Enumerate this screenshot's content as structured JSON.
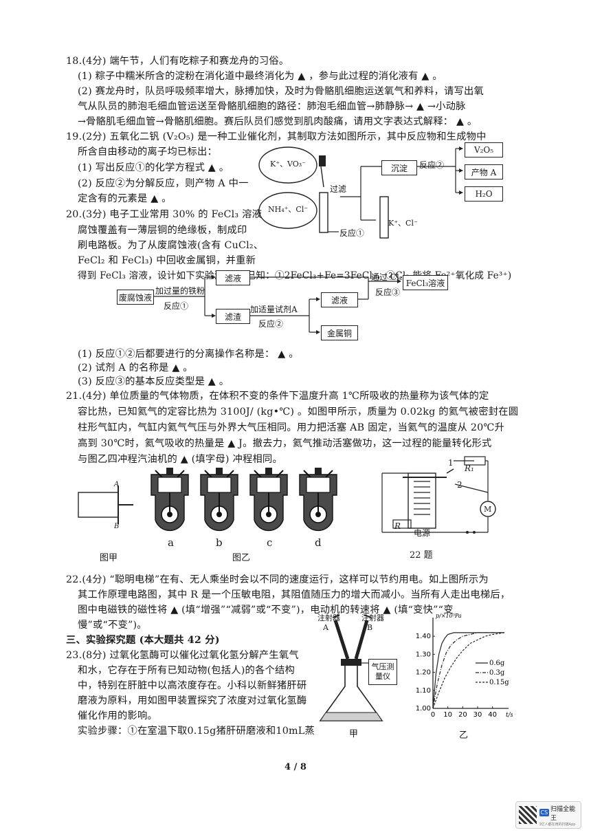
{
  "q18": {
    "l1": "18.(4分) 端午节，人们有吃粽子和赛龙舟的习俗。",
    "l2": "(1) 粽子中糯米所含的淀粉在消化道中最终消化为 ▲ ，参与此过程的消化液有 ▲ 。",
    "l3": "(2) 赛龙舟时，队员呼吸频率增大，脉搏加快，及时为骨骼肌细胞运送氧气和养料，请写出氧",
    "l4": "气从队员的肺泡毛细血管运送至骨骼肌细胞的路径：肺泡毛细血管→肺静脉→ ▲ →小动脉",
    "l5": "→骨骼肌毛细血管→骨骼肌细胞。赛后队员们感觉到肌肉酸痛，请用文字表达式解释： ▲ 。"
  },
  "q19": {
    "l1": "19.(2分) 五氧化二钒 (V₂O₅) 是一种工业催化剂，其制取方法如图所示，其中反应物和生成物中",
    "l2": "所含自由移动的离子均已标出：",
    "l3": "(1) 写出反应①的化学方程式 ▲ 。",
    "l4": "(2) 反应②为分解反应，则产物 A 中一",
    "l5": "定含有的元素是 ▲ 。",
    "fig": {
      "ions_top": "K⁺、VO₃⁻",
      "ions_left": "NH₄⁺、Cl⁻",
      "ions_right": "K⁺、Cl⁻",
      "filter": "过滤",
      "reaction1": "反应①",
      "precip": "沉淀",
      "reaction2": "反应②",
      "prod1": "V₂O₅",
      "prod2": "产物 A",
      "prod3": "H₂O"
    }
  },
  "q20": {
    "l1": "20.(3分) 电子工业常用 30% 的 FeCl₃ 溶液",
    "l2": "腐蚀覆盖有一薄层铜的绝缘板，制成印",
    "l3": "刷电路板。为了从废腐蚀液(含有 CuCl₂、",
    "l4": "FeCl₂ 和 FeCl₃) 中回收金属铜，并重新",
    "l5": "得到 FeCl₃ 溶液，设计如下实验流程：(已知：①2FeCl₃+Fe=3FeCl₂，②Cl₂ 能将 Fe²⁺氧化成 Fe³⁺)",
    "flow": {
      "waste": "废腐蚀液",
      "iron": "加过量的铁粉",
      "r1": "反应①",
      "filtrate": "滤液",
      "residue": "滤渣",
      "reagent": "加适量试剂A",
      "r2": "反应②",
      "filtrate2": "滤液",
      "copper": "金属铜",
      "cl2": "通过 Cl₂",
      "r3": "反应③",
      "fecl3": "FeCl₃溶液"
    },
    "a1": "(1) 反应①②后都要进行的分离操作名称是： ▲ 。",
    "a2": "(2) 试剂 A 的名称是 ▲ 。",
    "a3": "(3) 反应③的基本反应类型是 ▲ 。"
  },
  "q21": {
    "l1": "21.(4分) 单位质量的气体物质，在体积不变的条件下温度升高 1℃所吸收的热量称为该气体的定",
    "l2": "容比热，已知氦气的定容比热为 3100J/ (kg•℃) 。如图甲所示，质量为 0.02kg 的氦气被密封在圆",
    "l3": "柱形气缸内，气缸内氦气气压与外界大气压相同。用力把活塞 AB 固定，当氦气的温度从 20℃升",
    "l4": "高到 30℃时，氦气吸收的热量是 ▲ J。撤去力，氦气推动活塞做功，这一过程的能量转化形式",
    "l5": "与图乙四冲程汽油机的 ▲ (填字母) 冲程相同。",
    "figA": "A",
    "figB": "B",
    "cap_jia": "图甲",
    "cap_yi": "图乙",
    "letters": [
      "a",
      "b",
      "c",
      "d"
    ],
    "cap22": "22 题",
    "relay": {
      "n1": "1",
      "n2": "2",
      "r1": "R₁",
      "r": "R",
      "power": "电源",
      "motor": "M"
    }
  },
  "q22": {
    "l1": "22.(4分) “聪明电梯”在有、无人乘坐时会以不同的速度运行，这样可以节约用电。如上图所示为",
    "l2": "其工作原理电路图，其中 R 是一个压敏电阻，其阻值随压力的增大而减小。当所有人走出电梯后，",
    "l3": "图中电磁铁的磁性将 ▲ (填“增强”“减弱”或“不变”)，电动机的转速将 ▲ (填“变快”“变",
    "l4": "慢”或“不变”)。"
  },
  "sec3": "三、实验探究题 (本大题共 42 分)",
  "q23": {
    "l1": "23.(8分) 过氧化氢酶可以催化过氧化氢分解产生氧气",
    "l2": "和水，它存在于所有已知动物(包括人)的各个结构",
    "l3": "中，特别在肝脏中以高浓度存在。小科以新鲜猪肝研",
    "l4": "磨液为原料，用如图甲装置探究了浓度对过氧化氢酶",
    "l5": "催化作用的影响。",
    "l6": "实验步骤：①在室温下取0.15g猪肝研磨液和10mL蒸",
    "fig": {
      "syringeA": "注射器",
      "A": "A",
      "syringeB": "注射器",
      "B": "B",
      "meter": "气压测量仪",
      "cap_jia": "甲",
      "cap_yi": "乙"
    }
  },
  "chart_data": {
    "type": "line",
    "ylabel": "p/×10⁵Pa",
    "xlabel": "t/s",
    "yticks": [
      "1.40",
      "1.30",
      "1.20",
      "1.10",
      "1.00"
    ],
    "xticks": [
      "0",
      "10",
      "20",
      "30",
      "40"
    ],
    "ylim": [
      1.0,
      1.45
    ],
    "xlim": [
      0,
      48
    ],
    "series": [
      {
        "name": "0.6g",
        "style": "solid",
        "x": [
          0,
          2,
          4,
          6,
          8,
          10,
          14,
          18,
          25,
          30,
          40,
          48
        ],
        "y": [
          1.0,
          1.19,
          1.3,
          1.36,
          1.39,
          1.41,
          1.42,
          1.42,
          1.42,
          1.42,
          1.42,
          1.42
        ]
      },
      {
        "name": "0.3g",
        "style": "dashdot",
        "x": [
          0,
          3,
          6,
          9,
          12,
          16,
          20,
          25,
          30,
          40,
          48
        ],
        "y": [
          1.0,
          1.14,
          1.24,
          1.31,
          1.35,
          1.38,
          1.4,
          1.41,
          1.42,
          1.42,
          1.42
        ]
      },
      {
        "name": "0.15g",
        "style": "dashed",
        "x": [
          0,
          4,
          8,
          12,
          16,
          20,
          25,
          30,
          35,
          40,
          48
        ],
        "y": [
          1.0,
          1.09,
          1.17,
          1.23,
          1.28,
          1.32,
          1.36,
          1.38,
          1.4,
          1.41,
          1.42
        ]
      }
    ]
  },
  "page": "4 / 8",
  "scanner": {
    "name": "扫描全能王",
    "sub": "3亿人都在用的扫描App",
    "logo": "CS"
  }
}
